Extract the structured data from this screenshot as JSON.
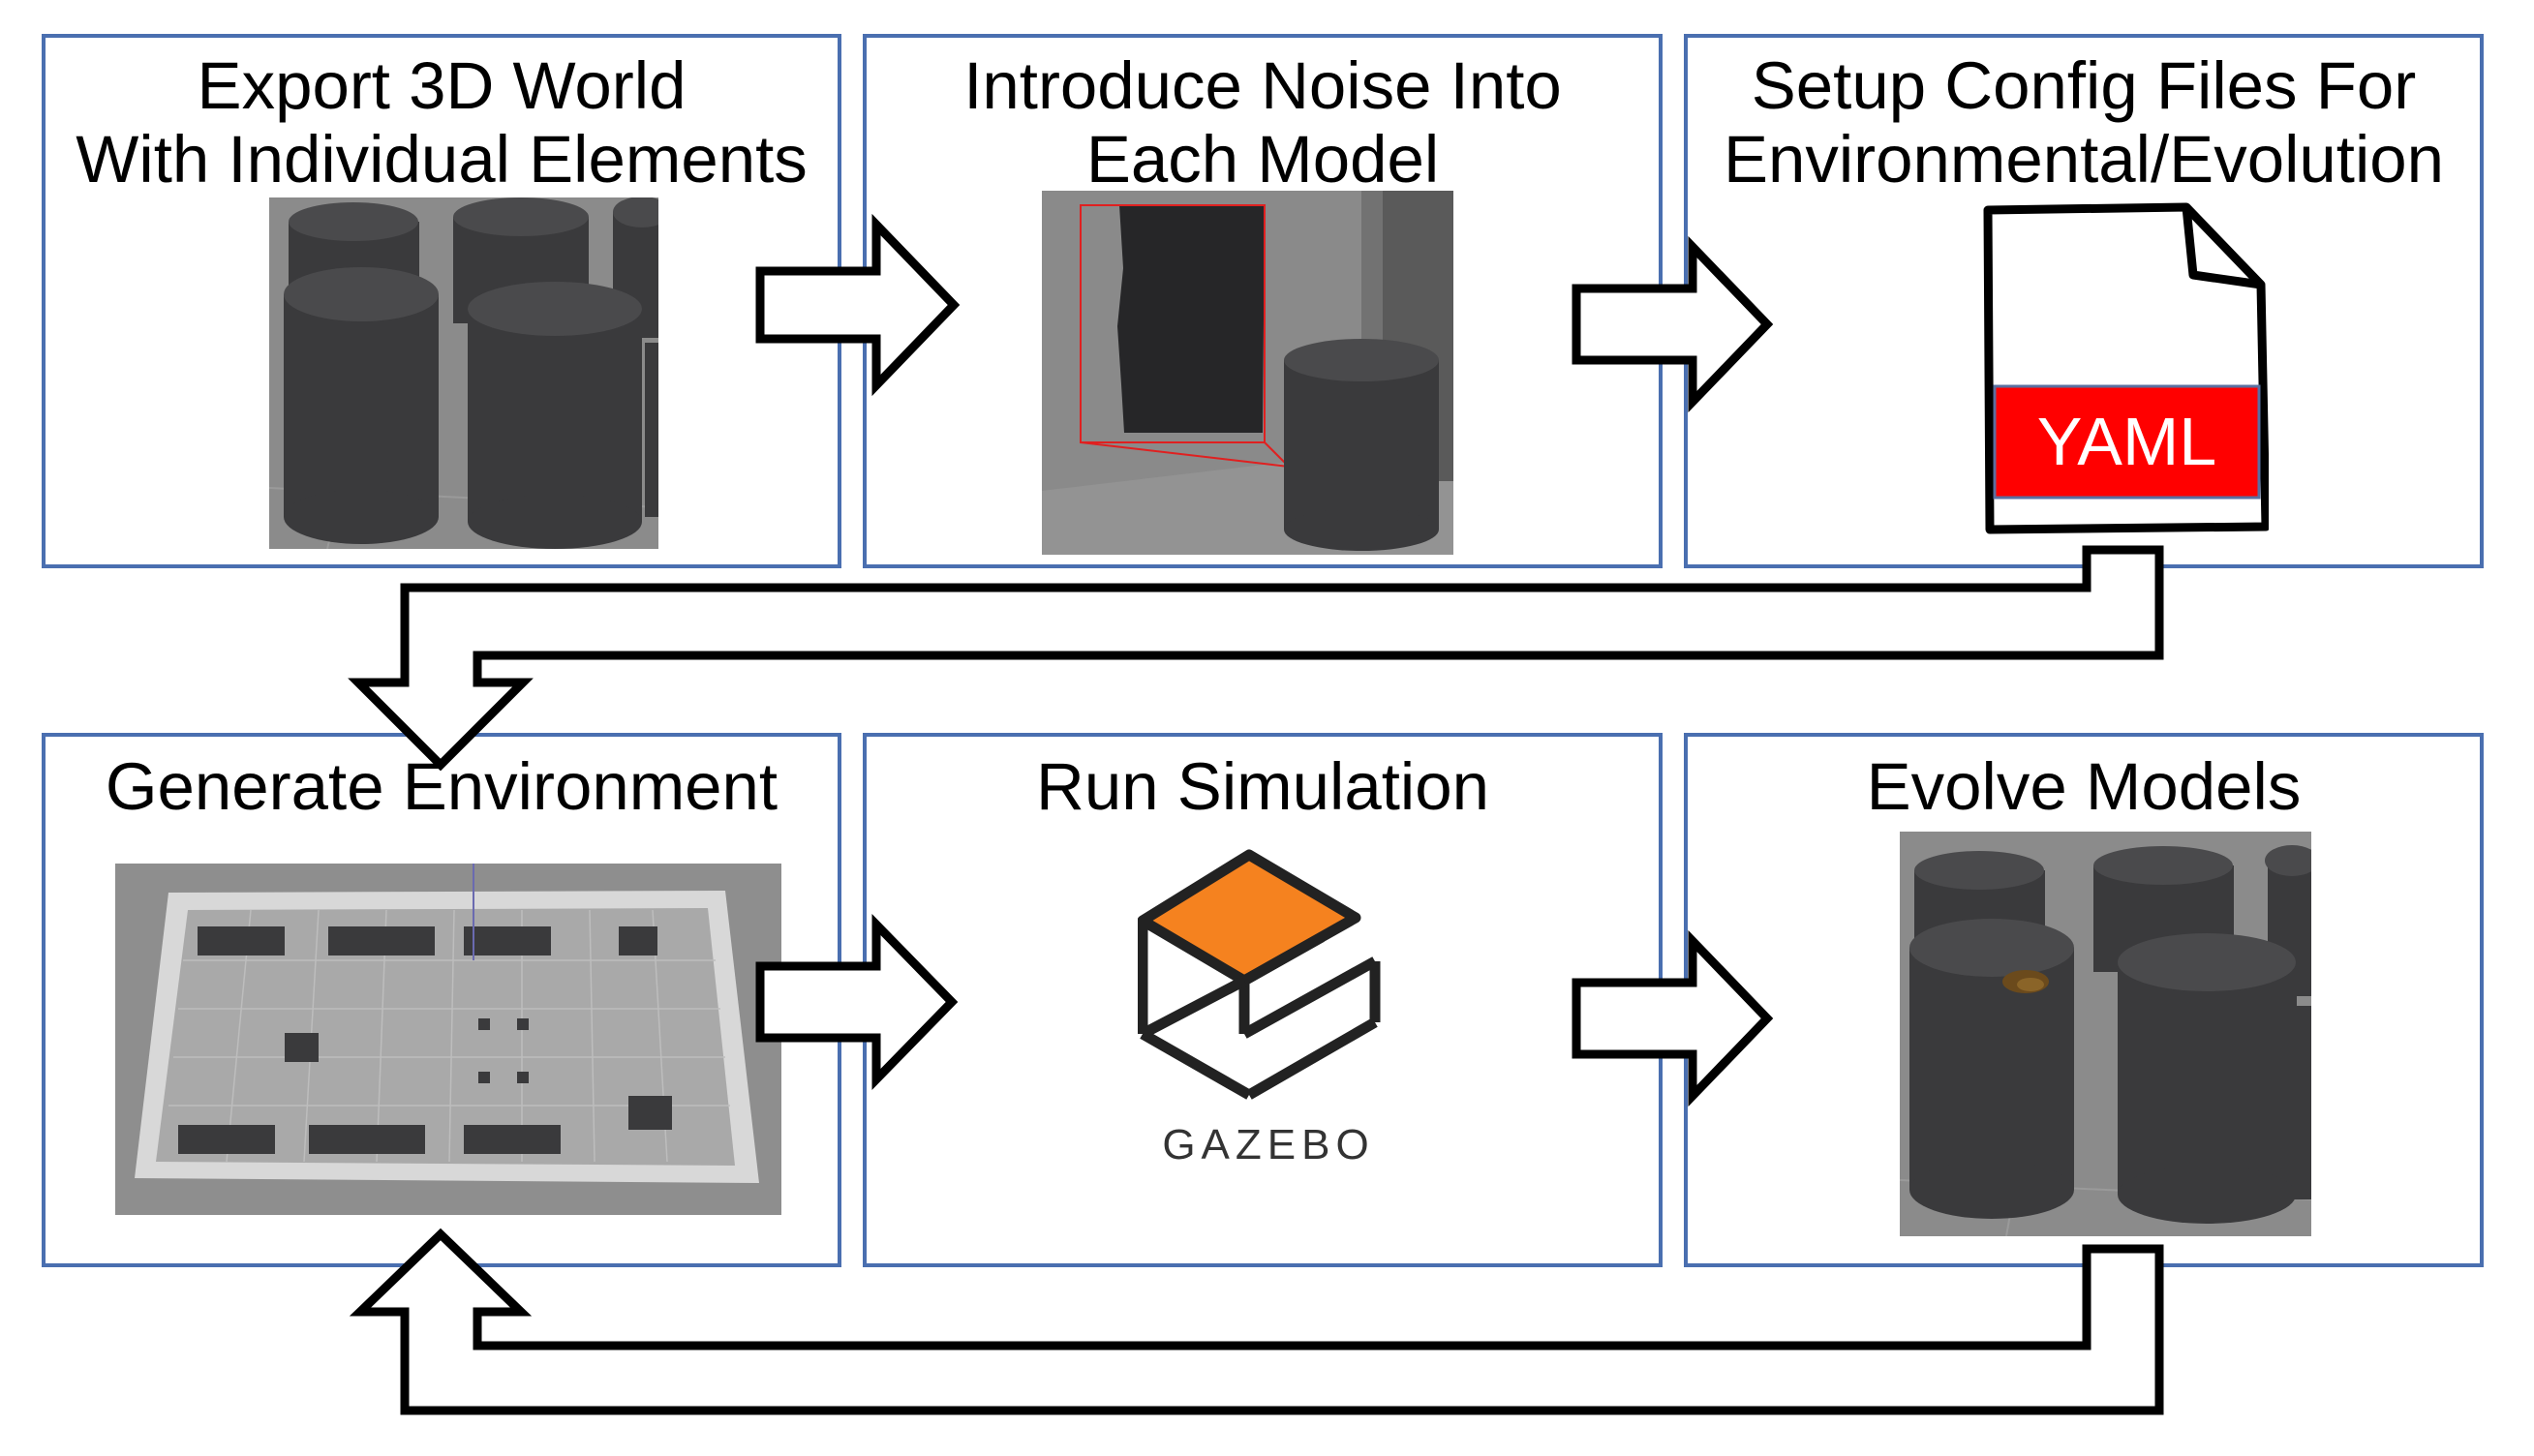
{
  "steps": [
    {
      "title_line1": "Export 3D World",
      "title_line2": "With Individual Elements",
      "image": "cylinders-render"
    },
    {
      "title_line1": "Introduce Noise Into",
      "title_line2": "Each Model",
      "image": "noisy-cylinder-render"
    },
    {
      "title_line1": "Setup Config Files For",
      "title_line2": "Environmental/Evolution",
      "image": "yaml-file-icon",
      "badge": "YAML"
    },
    {
      "title_line1": "Generate Environment",
      "image": "warehouse-environment-render"
    },
    {
      "title_line1": "Run Simulation",
      "image": "gazebo-logo",
      "logo_text": "GAZEBO"
    },
    {
      "title_line1": "Evolve Models",
      "image": "evolved-cylinders-render"
    }
  ],
  "colors": {
    "panel_border": "#4a6fb0",
    "yaml_badge": "#ff0000",
    "gazebo_orange": "#f5821f",
    "render_gray": "#8e8e8e",
    "cylinder": "#3a3a3c"
  }
}
